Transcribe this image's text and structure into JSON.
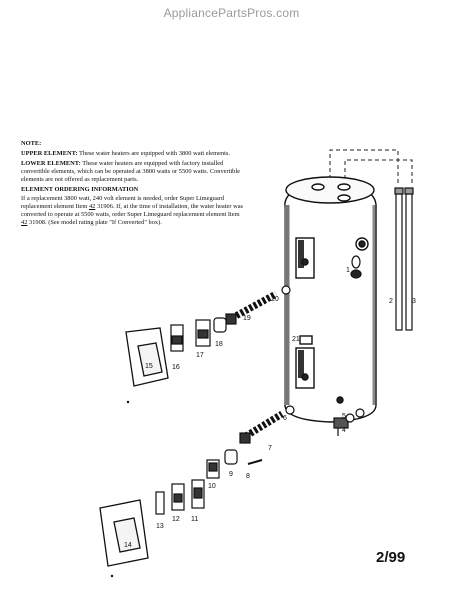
{
  "watermark": "AppliancePartsPros.com",
  "notes": {
    "title": "NOTE:",
    "upper_heading": "UPPER ELEMENT:",
    "upper_text": "These water heaters are equipped with 3800 watt elements.",
    "lower_heading": "LOWER ELEMENT:",
    "lower_text": "These water heaters are equipped with factory installed convertible elements, which can be operated at 3800 watts or 5500 watts. Convertible elements are not offered as replacement parts.",
    "order_heading": "ELEMENT ORDERING INFORMATION",
    "order_text_1": "If a replacement 3800 watt, 240 volt element is needed, order Super Limeguard replacement element Item",
    "order_item_1": "42",
    "order_num_1": "31906.",
    "order_text_2": "If, at the time of installation, the water heater was converted to operate at 5500 watts, order Super Limeguard replacement element Item",
    "order_item_2": "42",
    "order_num_2": "31908.",
    "order_text_3": "(See model rating plate \"If Converted\" box)."
  },
  "part_labels": {
    "p1": "1",
    "p2": "2",
    "p3": "3",
    "p4": "4",
    "p5": "5",
    "p6": "6",
    "p7": "7",
    "p8": "8",
    "p9": "9",
    "p10": "10",
    "p11": "11",
    "p12": "12",
    "p13": "13",
    "p14": "14",
    "p15": "15",
    "p16": "16",
    "p17": "17",
    "p18": "18",
    "p19": "19",
    "p20": "20",
    "p21": "21"
  },
  "date_code": "2/99"
}
